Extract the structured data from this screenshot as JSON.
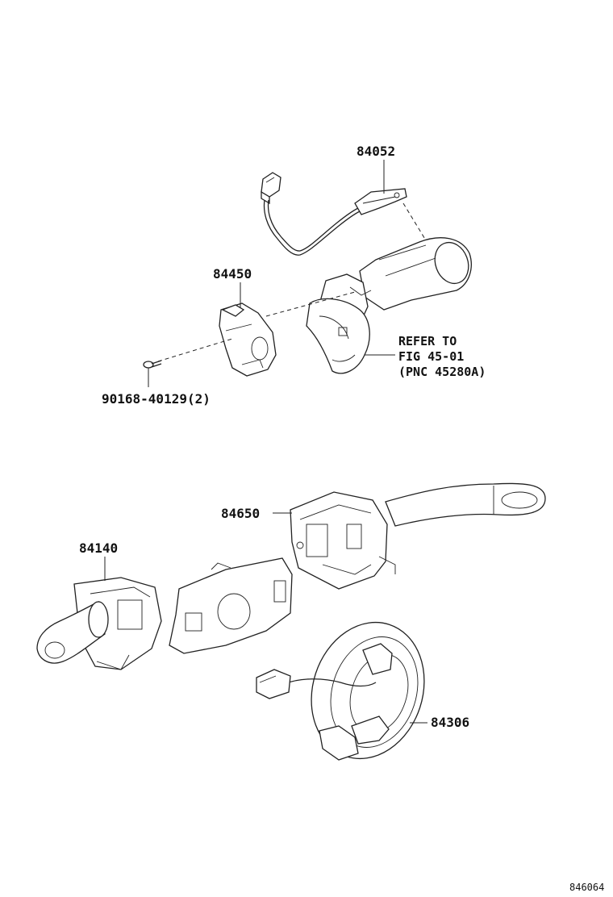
{
  "parts": {
    "p84052": "84052",
    "p84450": "84450",
    "p90168": "90168-40129(2)",
    "p84650": "84650",
    "p84140": "84140",
    "p84306": "84306"
  },
  "reference": {
    "line1": "REFER TO",
    "line2": "FIG 45-01",
    "line3": "(PNC 45280A)"
  },
  "figure_number": "846064"
}
